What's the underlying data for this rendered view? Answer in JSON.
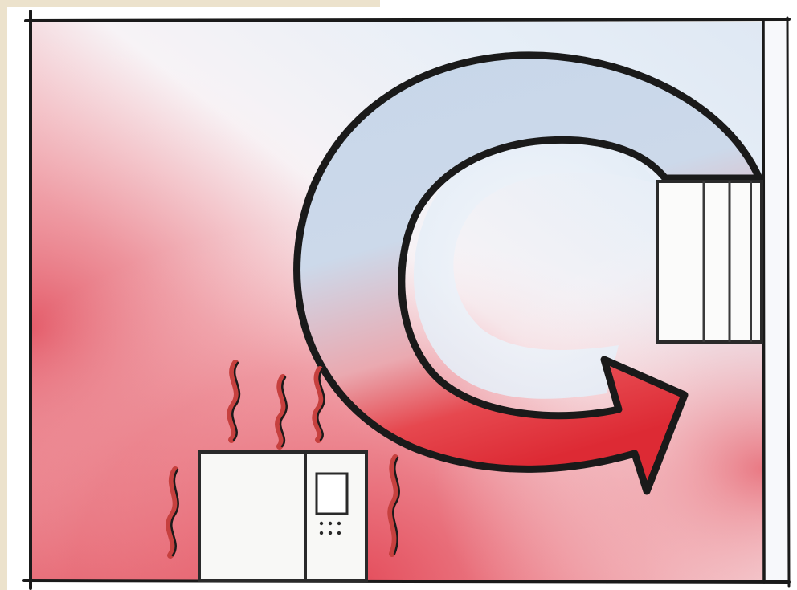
{
  "illustration": {
    "colors": {
      "warm_air": "#e8505e",
      "warm_air_light": "#f4b5bb",
      "cool_air": "#c9d8ea",
      "cool_air_light": "#eef3fa",
      "outline": "#1a1a1a",
      "corner_tab": "#ece2cc",
      "arrow_warm": "#e2343c",
      "heat_wave": "#c6403e",
      "appliance_body": "#f8f8f6"
    },
    "icons": {
      "heat_source": "cabinet-heater",
      "air_vent": "wall-vent",
      "airflow": "circular-arrow",
      "heat": "heat-wave"
    }
  }
}
